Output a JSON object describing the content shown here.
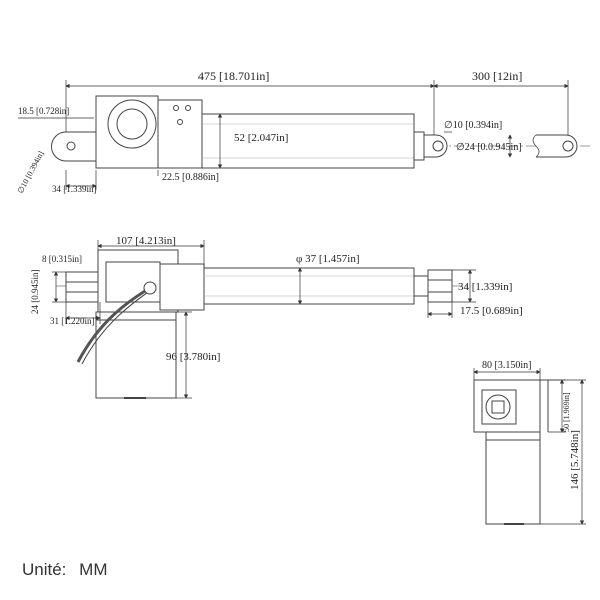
{
  "top_view": {
    "stroke_length": "475 [18.701in]",
    "retracted_extension": "300 [12in]",
    "clevis_offset": "18.5 [0.728in]",
    "tube_diameter": "52 [2.047in]",
    "rear_hole_dia": "∅10 [0.394in]",
    "front_hole_dia": "∅10 [0.394in]",
    "rod_end_width": "∅24 [0.0.945in]",
    "rear_clevis_length": "34 [1.339in]",
    "gearbox_offset": "22.5 [0.886in]"
  },
  "side_view": {
    "gearbox_length": "107 [4.213in]",
    "rod_diameter": "φ 37 [1.457in]",
    "slot_width": "8 [0.315in]",
    "clevis_height": "24 [0.945in]",
    "clevis_depth": "31 [1.220in]",
    "motor_length": "96 [3.780in]",
    "front_clevis_height": "34 [1.339in]",
    "front_clevis_depth": "17.5 [0.689in]"
  },
  "end_view": {
    "width": "80 [3.150in]",
    "gearbox_height": "50 [1.969in]",
    "total_height": "146 [5.748in]"
  },
  "footer": {
    "unit_label": "Unité:",
    "unit_value": "MM"
  }
}
